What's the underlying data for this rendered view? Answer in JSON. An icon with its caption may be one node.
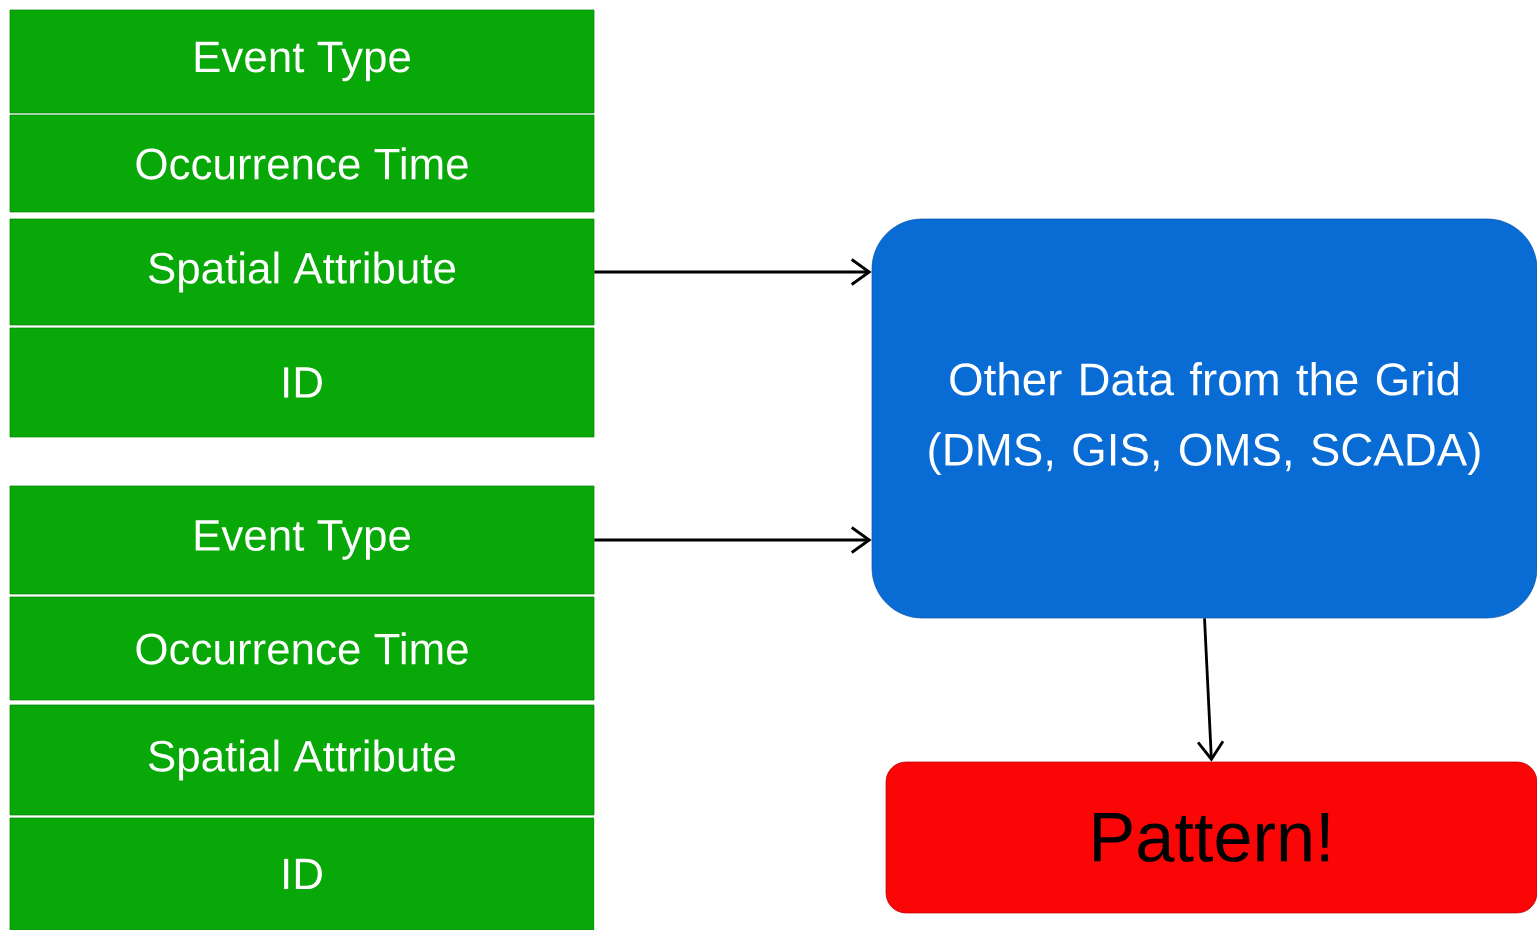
{
  "diagram": {
    "nodes": [
      {
        "text": [
          "Event Type"
        ]
      },
      {
        "text": [
          "Occurrence Time"
        ]
      },
      {
        "text": [
          "Spatial Attribute"
        ]
      },
      {
        "text": [
          "ID"
        ]
      },
      {
        "text": [
          "Event Type"
        ]
      },
      {
        "text": [
          "Occurrence Time"
        ]
      },
      {
        "text": [
          "Spatial Attribute"
        ]
      },
      {
        "text": [
          "ID"
        ]
      },
      {
        "text": [
          "Other Data from the Grid (DMS, GIS, OMS, SCADA)"
        ]
      },
      {
        "text": [
          "Pattern!"
        ]
      }
    ],
    "edges": [
      {
        "from": 2,
        "to": 8,
        "arrow": "to"
      },
      {
        "from": 4,
        "to": 8,
        "arrow": "to"
      },
      {
        "from": 8,
        "to": 9,
        "arrow": "to"
      }
    ]
  }
}
